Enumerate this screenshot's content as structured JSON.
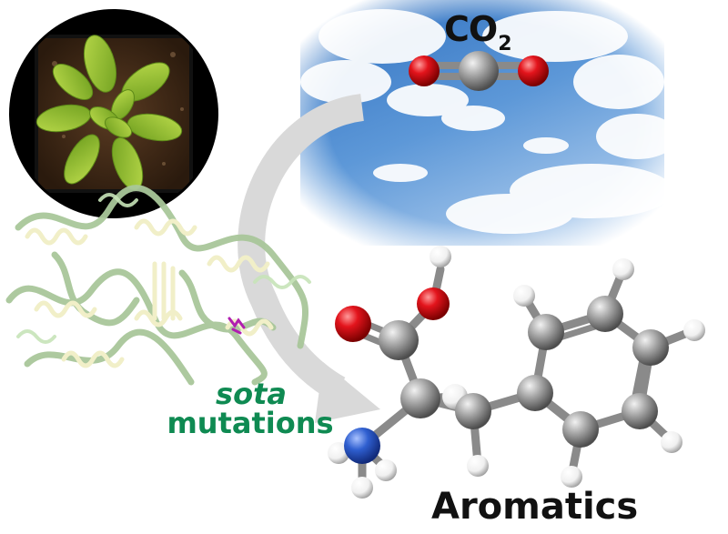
{
  "labels": {
    "co2_main": "CO",
    "co2_subscript": "2",
    "mutation_word1": "sota",
    "mutation_word2": "mutations",
    "product": "Aromatics"
  },
  "icons": [
    "plant-rosette-icon",
    "protein-ribbon-icon",
    "sky-cloud-icon",
    "co2-molecule-icon",
    "phenylalanine-molecule-icon",
    "curved-arrow-icon"
  ],
  "colors": {
    "mutation_text": "#0f8a52",
    "arrow": "#d9d9d9",
    "sky": "#3f7fc8",
    "oxygen": "#e0141e",
    "carbon": "#8c8c8c",
    "nitrogen": "#2f5fd0",
    "hydrogen": "#ffffff",
    "protein": "#dcefcf"
  }
}
